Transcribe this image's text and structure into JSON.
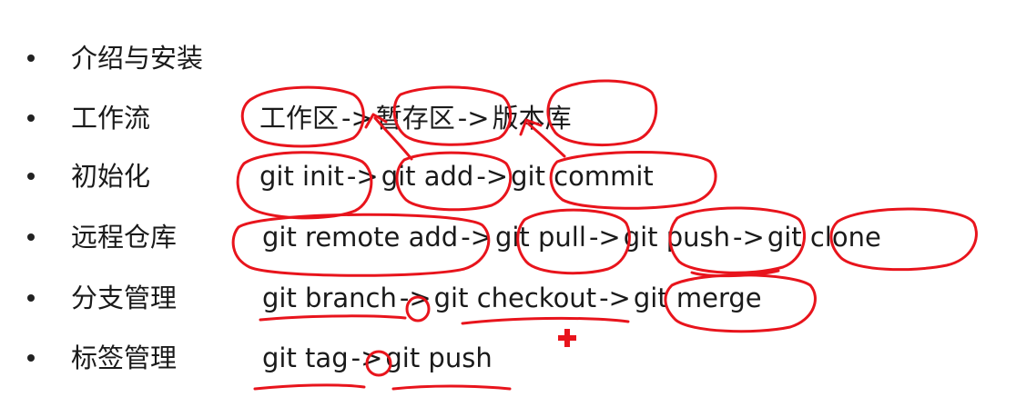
{
  "items": [
    {
      "topic": "介绍与安装",
      "flow": []
    },
    {
      "topic": "工作流",
      "flow": [
        "工作区",
        "暂存区",
        "版本库"
      ]
    },
    {
      "topic": "初始化",
      "flow": [
        "git init",
        "git add",
        "git commit"
      ]
    },
    {
      "topic": "远程仓库",
      "flow": [
        "git remote add",
        "git pull",
        "git push",
        "git clone"
      ]
    },
    {
      "topic": "分支管理",
      "flow": [
        "git branch",
        "git checkout",
        "git merge"
      ]
    },
    {
      "topic": "标签管理",
      "flow": [
        "git tag",
        "git push"
      ]
    }
  ],
  "arrow_symbol": "->",
  "annotation_color": "#e8141c"
}
